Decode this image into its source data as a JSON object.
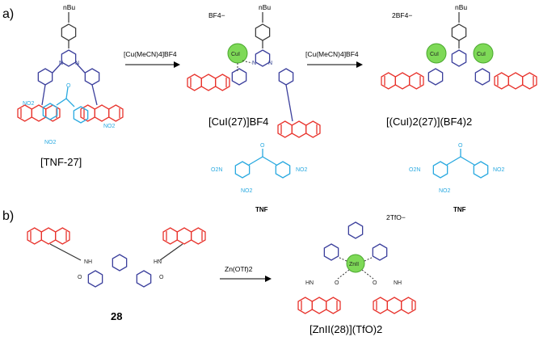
{
  "panels": {
    "a_label": "a)",
    "b_label": "b)"
  },
  "substituent": {
    "nbu": "nBu"
  },
  "compounds": {
    "tnf27": "[TNF-27]",
    "cu27": "[CuI(27)]BF4",
    "cu2_27": "[(CuI)2(27)](BF4)2",
    "c28": "28",
    "zn28": "[ZnII(28)](TfO)2",
    "tnf_name": "TNF"
  },
  "counterions": {
    "bf4": "BF4−",
    "bf4_2": "2BF4−",
    "tfo_2": "2TfO−"
  },
  "reagents": {
    "cu_reagent": "[Cu(MeCN)4]BF4",
    "zn_reagent": "Zn(OTf)2"
  },
  "atoms": {
    "cu": "CuI",
    "zn": "ZnII",
    "n": "N",
    "nh": "NH",
    "hn": "HN",
    "o": "O",
    "no2": "NO2",
    "o2n": "O2N"
  },
  "colors": {
    "bipyridine_blue": "#3b3f9c",
    "anthracene_red": "#e8332c",
    "tnf_cyan": "#29a9e0",
    "metal_green": "#7ed957"
  }
}
